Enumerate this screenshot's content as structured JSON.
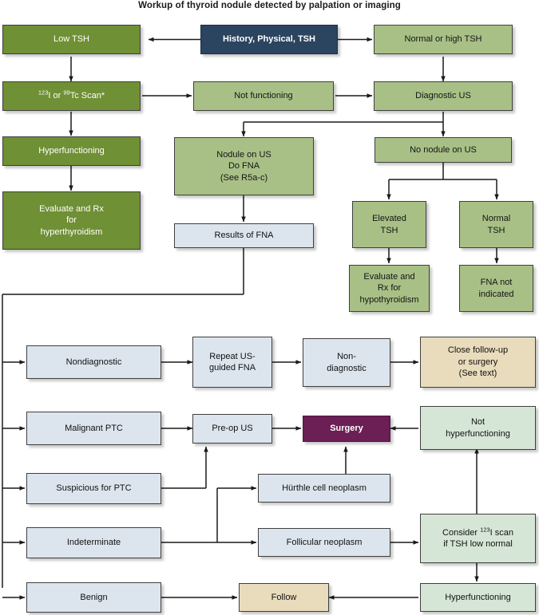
{
  "title": "Workup of thyroid nodule detected by palpation or imaging",
  "colors": {
    "dark_green": "#6f9034",
    "mid_green": "#a8c086",
    "navy": "#2b4460",
    "light_blue": "#dce5ee",
    "tan": "#e8dcbc",
    "mint": "#d6e6d6",
    "purple": "#6b1f55",
    "stroke": "#3d3d3d",
    "page_background": "#ffffff"
  },
  "nodes": {
    "history_physical_tsh": {
      "label": "History, Physical, TSH",
      "style": "navy"
    },
    "low_tsh": {
      "label": "Low TSH",
      "style": "dark_green"
    },
    "normal_or_high_tsh": {
      "label": "Normal or high TSH",
      "style": "mid_green"
    },
    "scan": {
      "label": "123I or 99Tc Scan*",
      "html": "<sup>123</sup>I or <sup>99</sup>Tc Scan*",
      "style": "dark_green"
    },
    "not_functioning": {
      "label": "Not functioning",
      "style": "mid_green"
    },
    "diagnostic_us": {
      "label": "Diagnostic US",
      "style": "mid_green"
    },
    "hyperfunctioning_top": {
      "label": "Hyperfunctioning",
      "style": "dark_green"
    },
    "evaluate_rx_hyperthyroidism": {
      "label": "Evaluate and Rx\nfor\nhyperthyroidism",
      "lines": [
        "Evaluate and Rx",
        "for",
        "hyperthyroidism"
      ],
      "style": "dark_green"
    },
    "nodule_on_us": {
      "label": "Nodule on US\nDo FNA\n(See R5a-c)",
      "lines": [
        "Nodule on US",
        "Do FNA",
        "(See R5a-c)"
      ],
      "style": "mid_green"
    },
    "results_of_fna": {
      "label": "Results of FNA",
      "style": "light_blue"
    },
    "no_nodule_on_us": {
      "label": "No nodule on US",
      "style": "mid_green"
    },
    "elevated_tsh": {
      "label": "Elevated\nTSH",
      "lines": [
        "Elevated",
        "TSH"
      ],
      "style": "mid_green"
    },
    "normal_tsh": {
      "label": "Normal\nTSH",
      "lines": [
        "Normal",
        "TSH"
      ],
      "style": "mid_green"
    },
    "evaluate_rx_hypothyroidism": {
      "label": "Evaluate and\nRx for\nhypothyroidism",
      "lines": [
        "Evaluate and",
        "Rx for",
        "hypothyroidism"
      ],
      "style": "mid_green"
    },
    "fna_not_indicated": {
      "label": "FNA not\nindicated",
      "lines": [
        "FNA not",
        "indicated"
      ],
      "style": "mid_green"
    },
    "nondiagnostic": {
      "label": "Nondiagnostic",
      "style": "light_blue"
    },
    "repeat_us_guided_fna": {
      "label": "Repeat US-\nguided FNA",
      "lines": [
        "Repeat US-",
        "guided FNA"
      ],
      "style": "light_blue"
    },
    "non_diagnostic_2": {
      "label": "Non-\ndiagnostic",
      "lines": [
        "Non-",
        "diagnostic"
      ],
      "style": "light_blue"
    },
    "close_follow_up": {
      "label": "Close follow-up\nor surgery\n(See text)",
      "lines": [
        "Close follow-up",
        "or surgery",
        "(See text)"
      ],
      "style": "tan"
    },
    "malignant_ptc": {
      "label": "Malignant PTC",
      "style": "light_blue"
    },
    "pre_op_us": {
      "label": "Pre-op US",
      "style": "light_blue"
    },
    "surgery": {
      "label": "Surgery",
      "style": "purple"
    },
    "not_hyperfunctioning": {
      "label": "Not\nhyperfunctioning",
      "lines": [
        "Not",
        "hyperfunctioning"
      ],
      "style": "mint"
    },
    "suspicious_for_ptc": {
      "label": "Suspicious for PTC",
      "style": "light_blue"
    },
    "hurthle_cell_neoplasm": {
      "label": "Hürthle cell neoplasm",
      "style": "light_blue"
    },
    "indeterminate": {
      "label": "Indeterminate",
      "style": "light_blue"
    },
    "follicular_neoplasm": {
      "label": "Follicular neoplasm",
      "style": "light_blue"
    },
    "consider_scan": {
      "label": "Consider 123I scan\nif TSH low normal",
      "html": "Consider <sup>123</sup>I scan<br>if TSH low normal",
      "style": "mint"
    },
    "benign": {
      "label": "Benign",
      "style": "light_blue"
    },
    "follow": {
      "label": "Follow",
      "style": "tan"
    },
    "hyperfunctioning_bottom": {
      "label": "Hyperfunctioning",
      "style": "mint"
    }
  }
}
